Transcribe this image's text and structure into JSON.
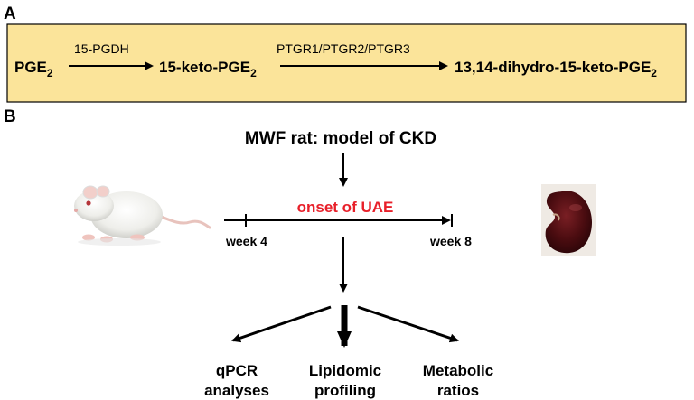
{
  "panel_a": {
    "label": "A",
    "background": "#FBE49A",
    "border": "#000000",
    "compounds": {
      "pge2": {
        "base": "PGE",
        "sub": "2"
      },
      "keto_pge2": {
        "base": "15-keto-PGE",
        "sub": "2"
      },
      "dihydro_keto_pge2": {
        "base": "13,14-dihydro-15-keto-PGE",
        "sub": "2"
      }
    },
    "enzymes": {
      "first": "15-PGDH",
      "second": "PTGR1/PTGR2/PTGR3"
    }
  },
  "panel_b": {
    "label": "B",
    "title": "MWF rat: model of CKD",
    "timeline": {
      "event": "onset of UAE",
      "event_color": "#E8202A",
      "start": "week 4",
      "end": "week 8"
    },
    "outputs": [
      {
        "line1": "qPCR",
        "line2": "analyses"
      },
      {
        "line1": "Lipidomic",
        "line2": "profiling"
      },
      {
        "line1": "Metabolic",
        "line2": "ratios"
      }
    ],
    "images": {
      "rat": "rat-photo",
      "kidney": "kidney-photo"
    }
  }
}
